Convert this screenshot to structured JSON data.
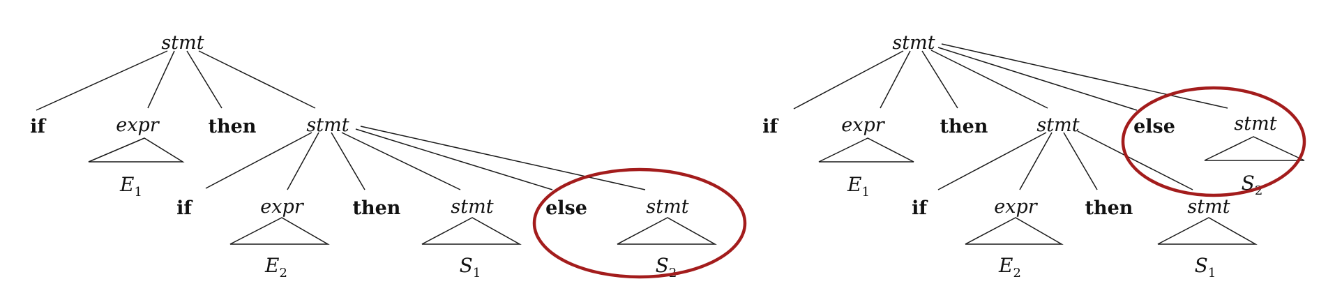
{
  "accent_color": "#a31c1c",
  "trees": [
    {
      "labels": {
        "root": "stmt",
        "if1": "if",
        "expr1": "expr",
        "then1": "then",
        "stmt1": "stmt",
        "e1": "E",
        "e1_sub": "1",
        "if2": "if",
        "expr2": "expr",
        "then2": "then",
        "stmt2": "stmt",
        "else": "else",
        "stmt3": "stmt",
        "e2": "E",
        "e2_sub": "2",
        "s1": "S",
        "s1_sub": "1",
        "s2": "S",
        "s2_sub": "2"
      }
    },
    {
      "labels": {
        "root": "stmt",
        "if1": "if",
        "expr1": "expr",
        "then1": "then",
        "stmt1": "stmt",
        "else": "else",
        "stmt2": "stmt",
        "e1": "E",
        "e1_sub": "1",
        "s2": "S",
        "s2_sub": "2",
        "if2": "if",
        "expr2": "expr",
        "then2": "then",
        "stmt3": "stmt",
        "e2": "E",
        "e2_sub": "2",
        "s1": "S",
        "s1_sub": "1"
      }
    }
  ]
}
